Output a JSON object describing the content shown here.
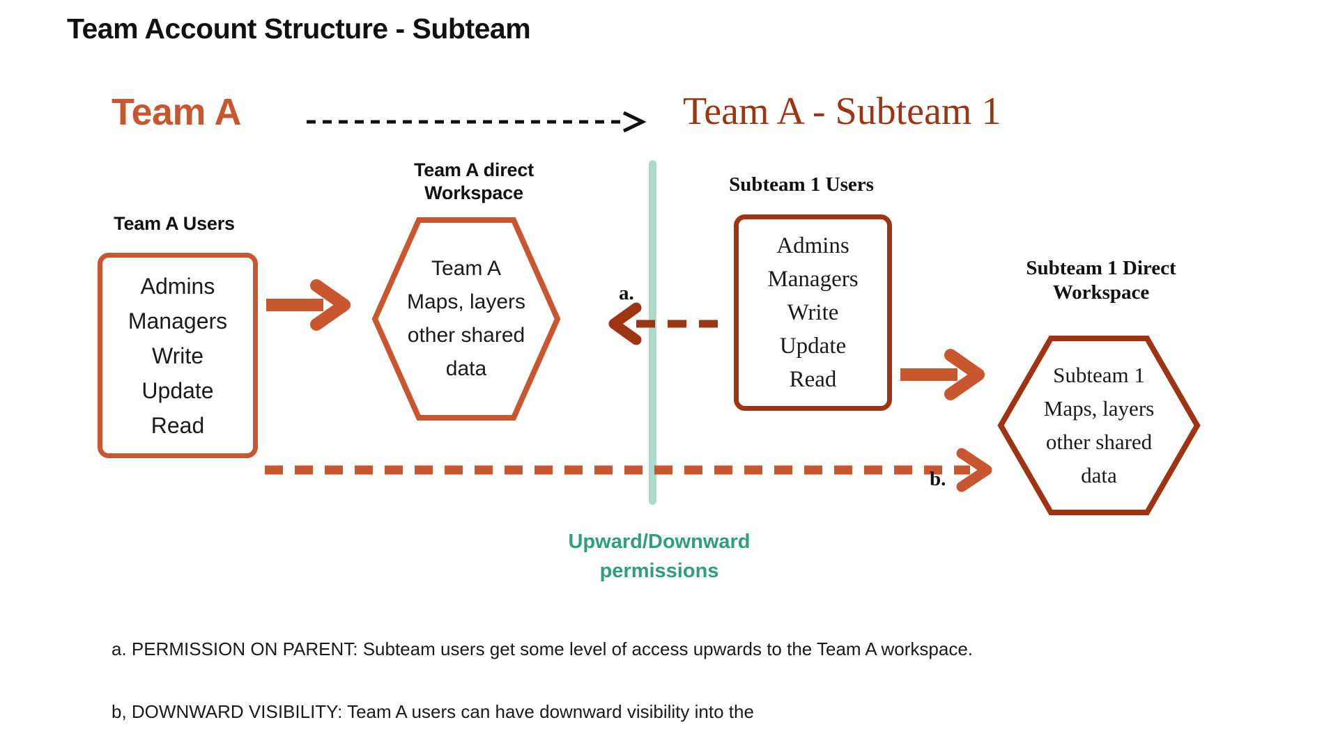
{
  "title": "Team Account Structure - Subteam",
  "colors": {
    "team_a_orange": "#C8562F",
    "subteam_red": "#9E3412",
    "divider_green": "#A8DCC8",
    "caption_green": "#2E9E7C",
    "text_black": "#111111"
  },
  "headings": {
    "team_a": "Team A",
    "subteam": "Team A - Subteam 1"
  },
  "team_a_side": {
    "users_label": "Team A Users",
    "users_roles": [
      "Admins",
      "Managers",
      "Write",
      "Update",
      "Read"
    ],
    "workspace_label_line1": "Team A direct",
    "workspace_label_line2": "Workspace",
    "workspace_content": [
      "Team A",
      "Maps, layers",
      "other shared",
      "data"
    ]
  },
  "subteam_side": {
    "users_label": "Subteam 1 Users",
    "users_roles": [
      "Admins",
      "Managers",
      "Write",
      "Update",
      "Read"
    ],
    "workspace_label_line1": "Subteam 1 Direct",
    "workspace_label_line2": "Workspace",
    "workspace_content": [
      "Subteam 1",
      "Maps, layers",
      "other shared",
      "data"
    ]
  },
  "markers": {
    "a": "a.",
    "b": "b."
  },
  "divider_caption": {
    "line1": "Upward/Downward",
    "line2": "permissions"
  },
  "footnotes": {
    "a": "a. PERMISSION ON PARENT: Subteam users get some level of access upwards to the Team A workspace.",
    "b": "b, DOWNWARD VISIBILITY: Team A users can have downward visibility into the"
  }
}
